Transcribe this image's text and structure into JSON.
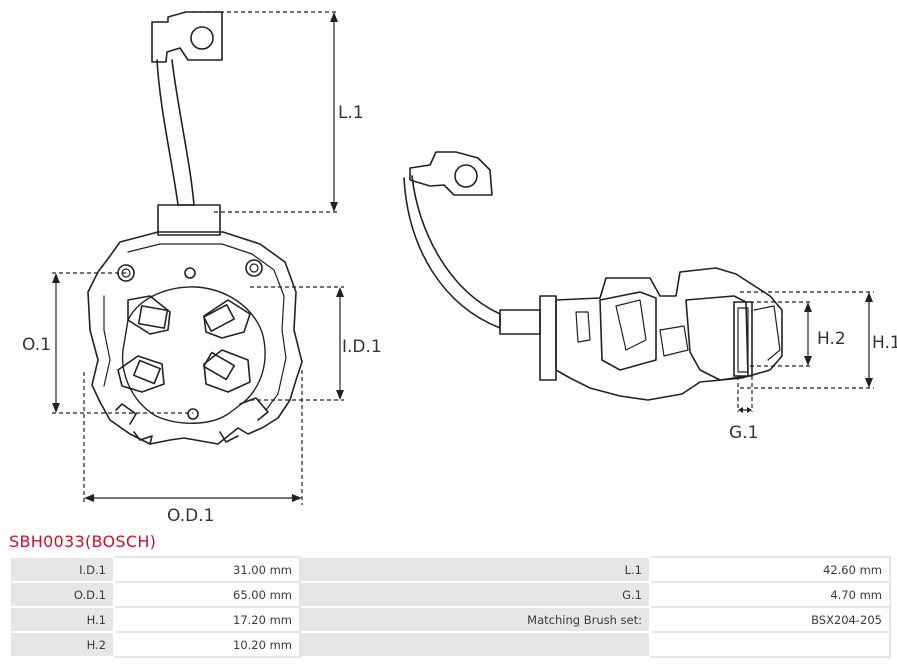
{
  "diagram": {
    "labels": {
      "l1": "L.1",
      "o1": "O.1",
      "id1": "I.D.1",
      "od1": "O.D.1",
      "h2": "H.2",
      "h1": "H.1",
      "g1": "G.1"
    }
  },
  "part": {
    "title": "SBH0033(BOSCH)"
  },
  "specs": {
    "rows": [
      {
        "k1": "I.D.1",
        "v1": "31.00 mm",
        "k2": "L.1",
        "v2": "42.60 mm"
      },
      {
        "k1": "O.D.1",
        "v1": "65.00 mm",
        "k2": "G.1",
        "v2": "4.70 mm"
      },
      {
        "k1": "H.1",
        "v1": "17.20 mm",
        "k2": "Matching Brush set:",
        "v2": "BSX204-205"
      },
      {
        "k1": "H.2",
        "v1": "10.20 mm",
        "k2": "",
        "v2": ""
      }
    ]
  }
}
